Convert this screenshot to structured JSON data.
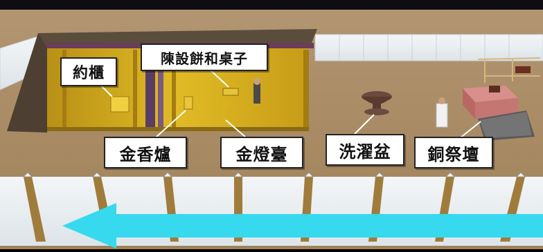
{
  "labels": {
    "ark": "約櫃",
    "table": "陳設餅和桌子",
    "incense_altar": "金香爐",
    "lampstand": "金燈臺",
    "laver": "洗濯盆",
    "bronze_altar": "銅祭壇"
  },
  "colors": {
    "sand": "#a8895f",
    "curtain": "#e9eef0",
    "sanctuary_gold": "#d9b31e",
    "sanctuary_roof": "#5a4b3a",
    "arrow": "#36d9ee"
  },
  "icons": {
    "arrow": "left-arrow-icon"
  }
}
